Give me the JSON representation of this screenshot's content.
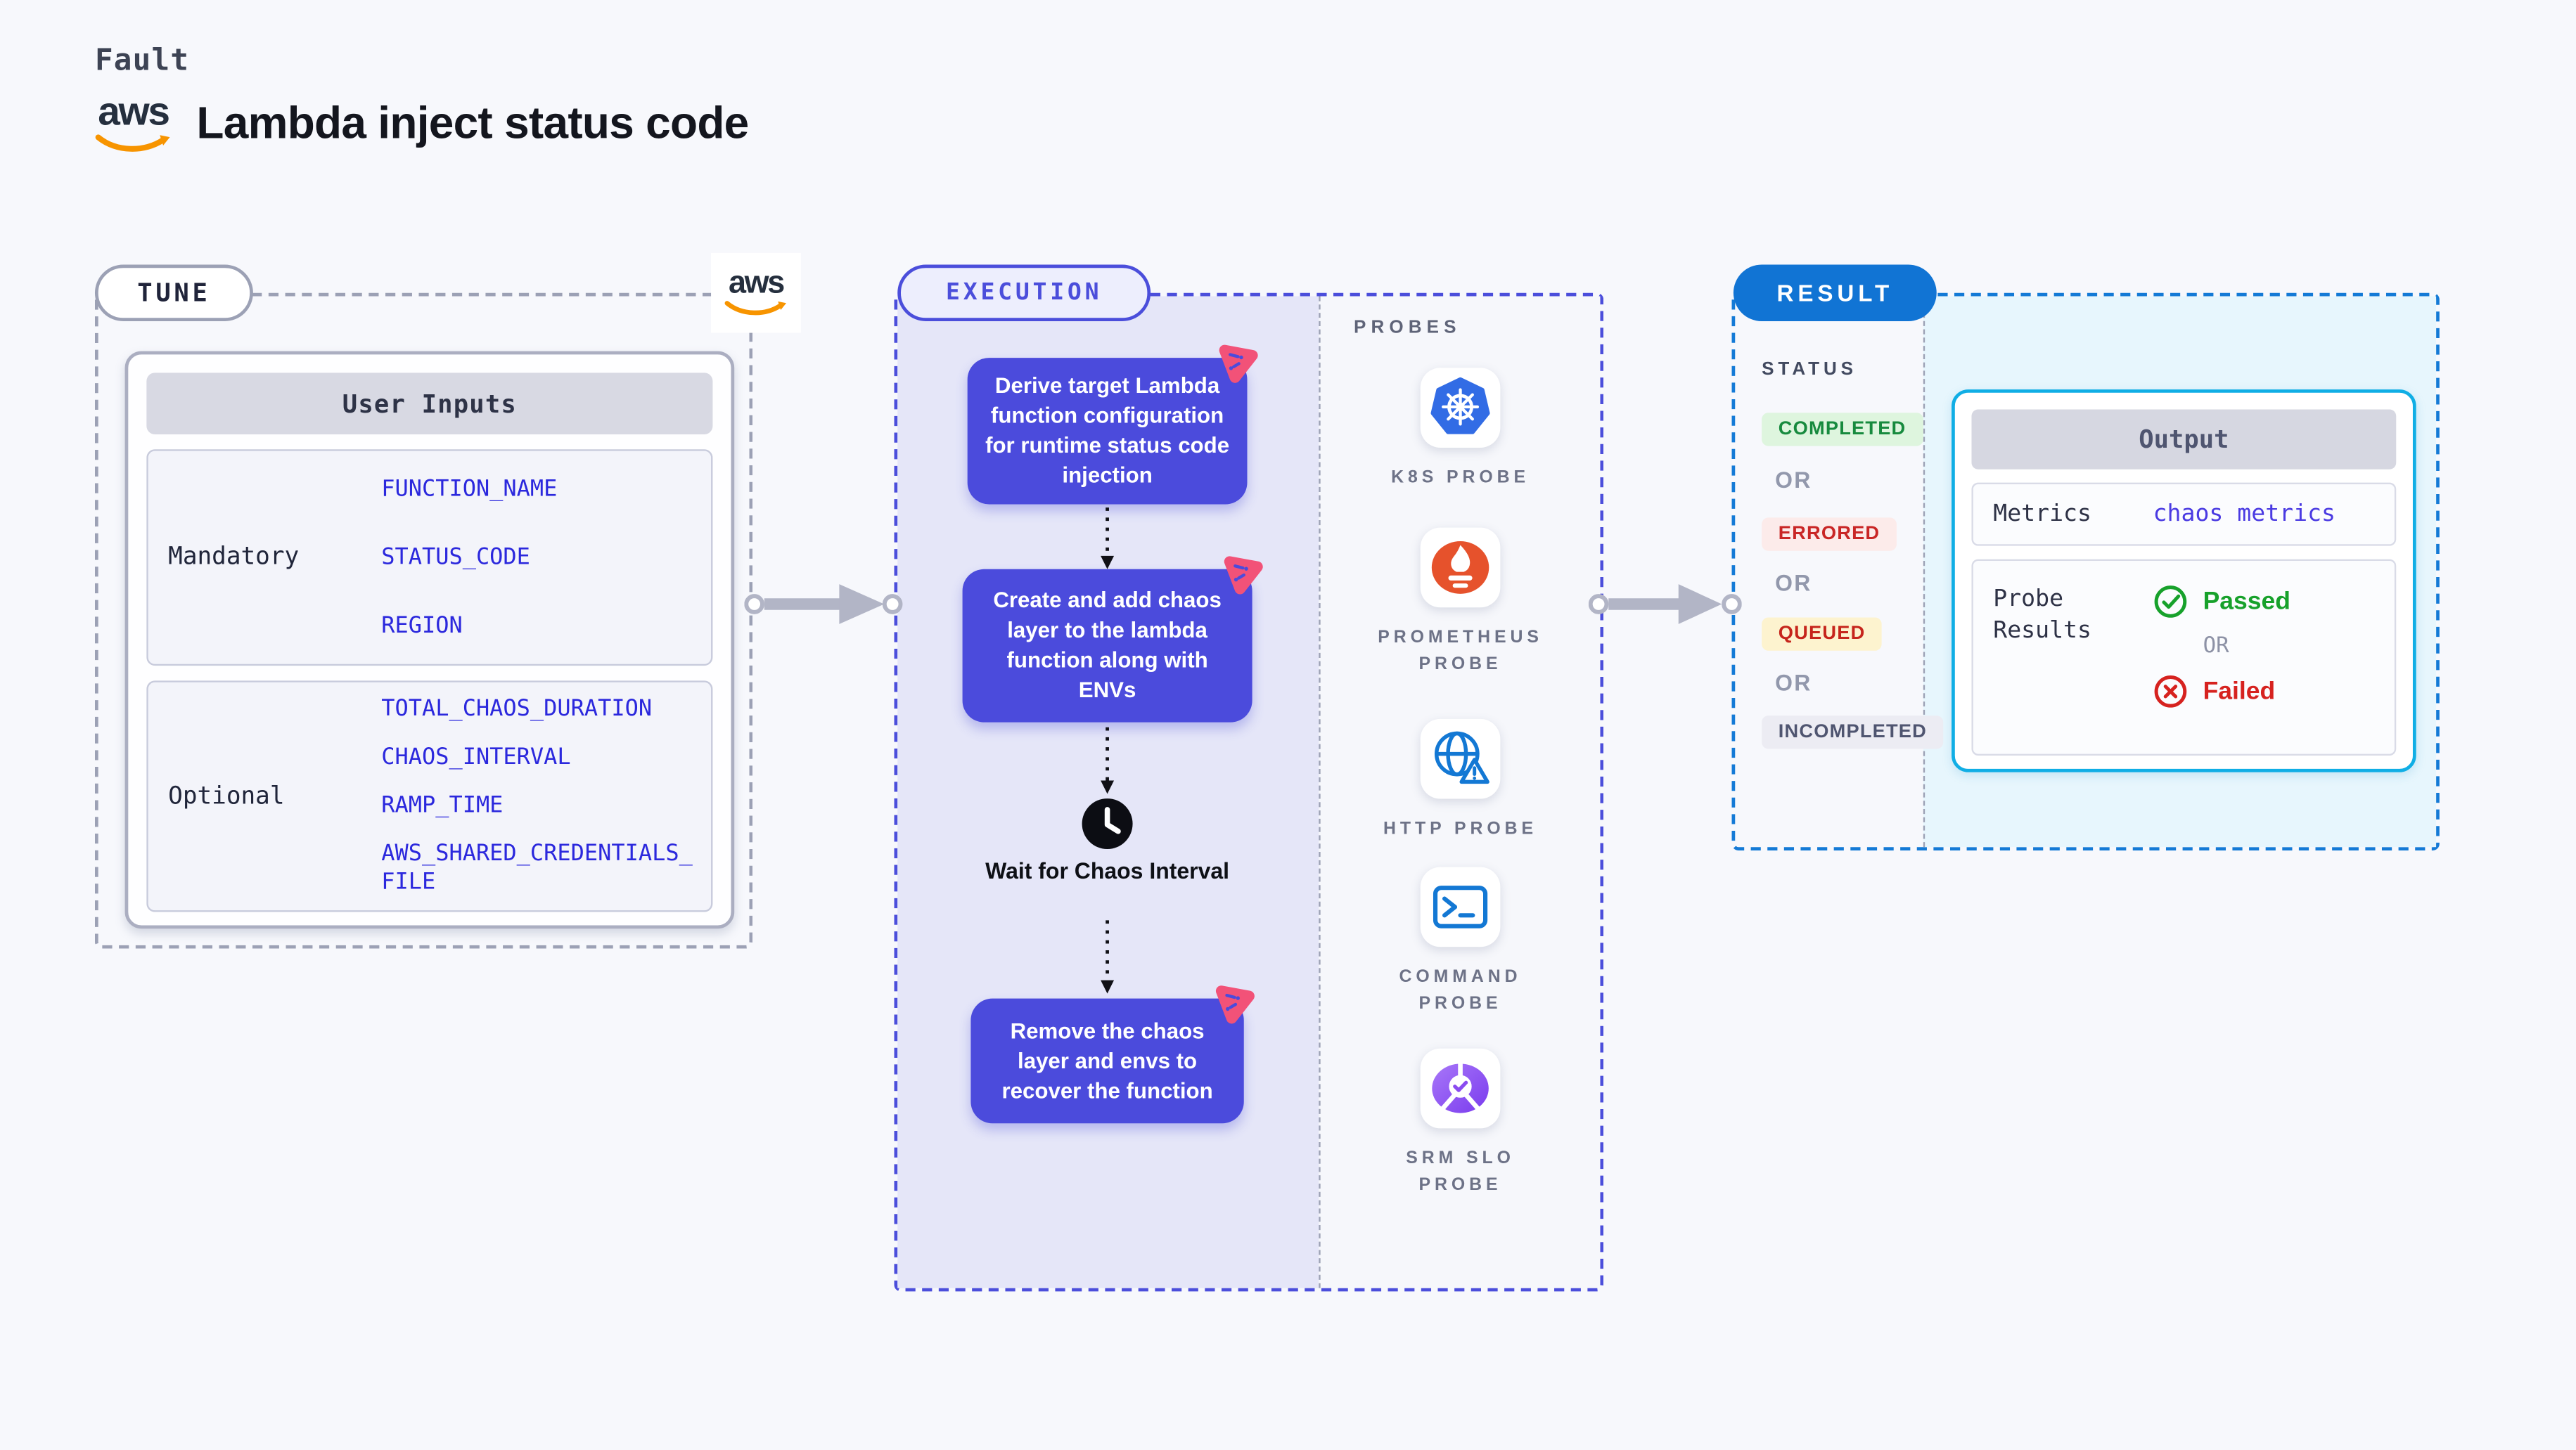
{
  "header": {
    "eyebrow": "Fault",
    "title": "Lambda inject status code",
    "aws_wordmark": "aws"
  },
  "tune": {
    "label": "TUNE",
    "aws_wordmark": "aws",
    "user_inputs": {
      "header": "User Inputs",
      "mandatory": {
        "label": "Mandatory",
        "values": [
          "FUNCTION_NAME",
          "STATUS_CODE",
          "REGION"
        ]
      },
      "optional": {
        "label": "Optional",
        "values": [
          "TOTAL_CHAOS_DURATION",
          "CHAOS_INTERVAL",
          "RAMP_TIME",
          "AWS_SHARED_CREDENTIALS_FILE"
        ]
      }
    }
  },
  "execution": {
    "label": "EXECUTION",
    "steps": [
      {
        "text": "Derive target Lambda function configuration for runtime status code injection",
        "icon": "litmus-chaos-icon"
      },
      {
        "text": "Create and add chaos layer to the lambda function along with ENVs",
        "icon": "litmus-chaos-icon"
      },
      {
        "text": "Remove the chaos layer and envs to recover the function",
        "icon": "litmus-chaos-icon"
      }
    ],
    "wait_label": "Wait for Chaos Interval",
    "wait_icon": "clock-icon"
  },
  "probes": {
    "heading": "PROBES",
    "items": [
      {
        "label": "K8S PROBE",
        "icon": "kubernetes-icon"
      },
      {
        "label": "PROMETHEUS PROBE",
        "icon": "prometheus-icon"
      },
      {
        "label": "HTTP PROBE",
        "icon": "http-globe-icon"
      },
      {
        "label": "COMMAND PROBE",
        "icon": "terminal-icon"
      },
      {
        "label": "SRM SLO PROBE",
        "icon": "srm-slo-icon"
      }
    ]
  },
  "result": {
    "label": "RESULT",
    "status": {
      "heading": "STATUS",
      "or_separator": "OR",
      "badges": [
        {
          "text": "COMPLETED",
          "type": "completed"
        },
        {
          "text": "ERRORED",
          "type": "errored"
        },
        {
          "text": "QUEUED",
          "type": "queued"
        },
        {
          "text": "INCOMPLETED",
          "type": "incompleted"
        }
      ]
    },
    "output": {
      "header": "Output",
      "metrics_label": "Metrics",
      "metrics_value": "chaos metrics",
      "probe_results_label": "Probe Results",
      "passed_label": "Passed",
      "or_separator": "OR",
      "failed_label": "Failed"
    }
  },
  "colors": {
    "page_bg": "#f7f8fc",
    "indigo_accent": "#4b4edb",
    "step_box": "#4b4bdc",
    "lavender_bg": "#e5e6f8",
    "value_blue": "#2b28dd",
    "result_pill_blue": "#1174d4",
    "result_dash_blue": "#147ad6",
    "cyan_panel_bg": "#e7f6fd",
    "output_card_border": "#10aee5",
    "aws_orange": "#f79400",
    "litmus_pink": "#f25278",
    "k8s_blue": "#326ce5",
    "prometheus_orange": "#e6522c",
    "probe_icon_blue": "#1378d4",
    "srm_purple": "#8a4bf0",
    "success_green": "#17a12b",
    "error_red": "#d6221f",
    "completed_badge": "#def5de",
    "errored_badge": "#fcebea",
    "queued_badge": "#fdf3cf",
    "incompleted_badge": "#ececf3"
  }
}
